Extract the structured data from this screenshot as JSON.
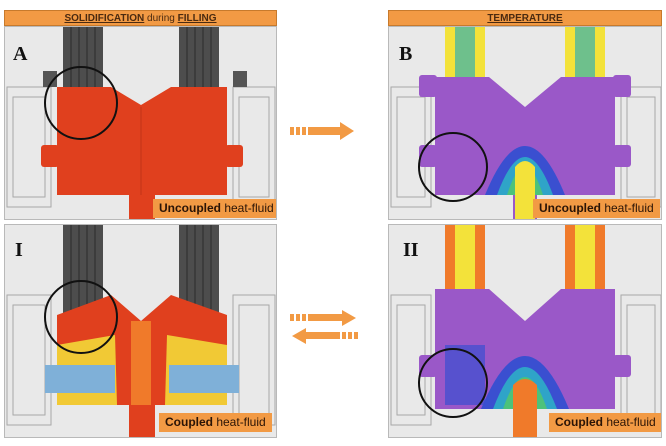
{
  "left_header": {
    "w1": "SOLIDIFICATION",
    "w2": " during ",
    "w3": "FILLING"
  },
  "right_header": {
    "title": "TEMPERATURE"
  },
  "panels": {
    "A": {
      "label": "A",
      "caption_bold": "Uncoupled",
      "caption_rest": " heat-fluid"
    },
    "B": {
      "label": "B",
      "caption_bold": "Uncoupled",
      "caption_rest": " heat-fluid"
    },
    "I": {
      "label": "I",
      "caption_bold": "Coupled",
      "caption_rest": " heat-fluid"
    },
    "II": {
      "label": "II",
      "caption_bold": "Coupled",
      "caption_rest": " heat-fluid"
    }
  },
  "colors": {
    "header_bg": "#f29a44",
    "red": "#e0401e",
    "gray": "#5a5a5a",
    "purple": "#9a58c8",
    "blue": "#3a4fd0",
    "yellow": "#f3e23a",
    "lightblue": "#7fb0d8"
  }
}
